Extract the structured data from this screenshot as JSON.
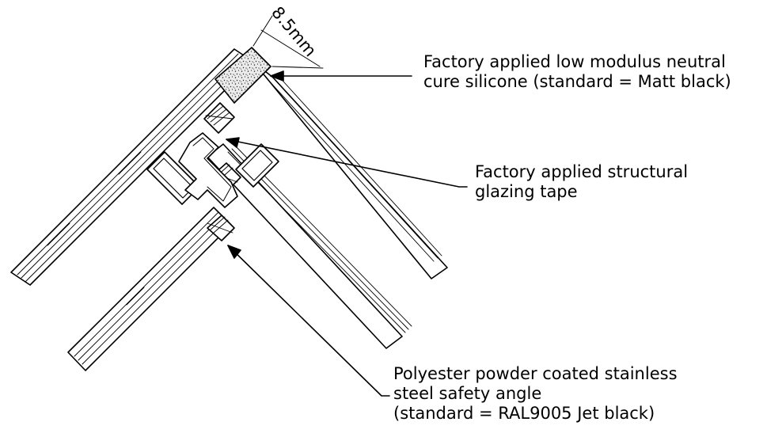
{
  "dimension": {
    "label": "8.5mm"
  },
  "callouts": {
    "silicone": {
      "line1": "Factory applied low modulus neutral",
      "line2": "cure silicone (standard = Matt black)"
    },
    "tape": {
      "line1": "Factory applied structural",
      "line2": "glazing tape"
    },
    "angle": {
      "line1": "Polyester powder coated stainless",
      "line2": "steel safety angle",
      "line3": "(standard = RAL9005 Jet black)"
    }
  },
  "colors": {
    "line": "#000000",
    "background": "#ffffff",
    "silicone_fill": "#d8d8d8"
  }
}
